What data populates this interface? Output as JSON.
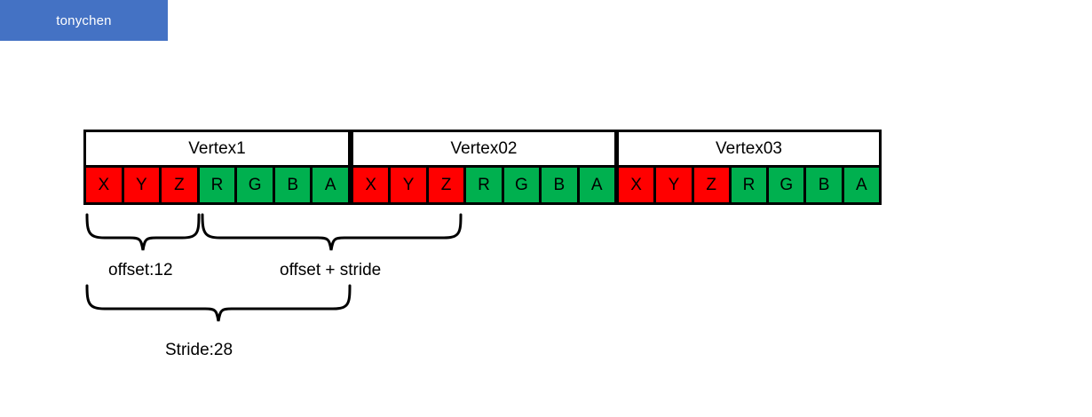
{
  "banner": {
    "label": "tonychen",
    "background_color": "#4472c4",
    "text_color": "#ffffff"
  },
  "colors": {
    "position_cell": "#ff0000",
    "color_cell": "#00b04f",
    "outline": "#000000",
    "header_background": "#ffffff",
    "canvas": "#ffffff"
  },
  "diagram": {
    "type": "vertex-buffer-layout",
    "component_labels": [
      "X",
      "Y",
      "Z",
      "R",
      "G",
      "B",
      "A"
    ],
    "vertices": [
      {
        "title": "Vertex1",
        "cells": [
          {
            "label": "X",
            "group": "position"
          },
          {
            "label": "Y",
            "group": "position"
          },
          {
            "label": "Z",
            "group": "position"
          },
          {
            "label": "R",
            "group": "color"
          },
          {
            "label": "G",
            "group": "color"
          },
          {
            "label": "B",
            "group": "color"
          },
          {
            "label": "A",
            "group": "color"
          }
        ]
      },
      {
        "title": "Vertex02",
        "cells": [
          {
            "label": "X",
            "group": "position"
          },
          {
            "label": "Y",
            "group": "position"
          },
          {
            "label": "Z",
            "group": "position"
          },
          {
            "label": "R",
            "group": "color"
          },
          {
            "label": "G",
            "group": "color"
          },
          {
            "label": "B",
            "group": "color"
          },
          {
            "label": "A",
            "group": "color"
          }
        ]
      },
      {
        "title": "Vertex03",
        "cells": [
          {
            "label": "X",
            "group": "position"
          },
          {
            "label": "Y",
            "group": "position"
          },
          {
            "label": "Z",
            "group": "position"
          },
          {
            "label": "R",
            "group": "color"
          },
          {
            "label": "G",
            "group": "color"
          },
          {
            "label": "B",
            "group": "color"
          },
          {
            "label": "A",
            "group": "color"
          }
        ]
      }
    ],
    "annotations": {
      "offset": "offset:12",
      "offset_stride": "offset + stride",
      "stride": "Stride:28"
    }
  }
}
